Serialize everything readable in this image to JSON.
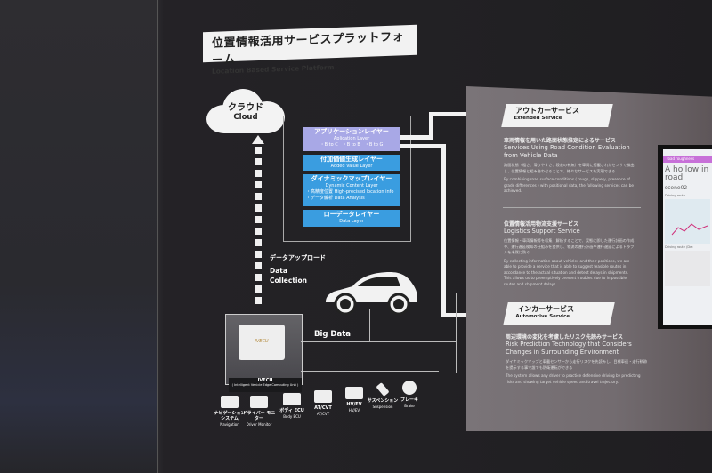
{
  "title": {
    "jp": "位置情報活用サービスプラットフォーム",
    "en": "Location Based Service Platform"
  },
  "cloud": {
    "jp": "クラウド",
    "en": "Cloud"
  },
  "layers": [
    {
      "jp": "アプリケーションレイヤー",
      "en": "Aplication Layer",
      "sub": "・B to C　・B to B　・B to G"
    },
    {
      "jp": "付加価値生成レイヤー",
      "en": "Added Value Layer"
    },
    {
      "jp": "ダイナミックマップレイヤー",
      "en": "Dynamic Content Layer",
      "bullets": [
        "・高精度位置 High-precised location info",
        "・データ解析 Data Analysis"
      ]
    },
    {
      "jp": "ローデータレイヤー",
      "en": "Data Layer"
    }
  ],
  "data_collection": {
    "jp": "データアップロード",
    "en1": "Data",
    "en2": "Collection"
  },
  "big_data": "Big Data",
  "ivecu": {
    "name": "IVECU",
    "desc": "( Intelligent Vehicle Edge Computing Unit )",
    "device_label": "IVECU"
  },
  "sources": [
    {
      "jp": "ナビゲーション システム",
      "en": "Navigation",
      "icon": "navigation-icon"
    },
    {
      "jp": "ドライバー モニター",
      "en": "Driver Monitor",
      "icon": "camera-icon"
    },
    {
      "jp": "ボディ ECU",
      "en": "Body ECU",
      "icon": "circuit-icon"
    },
    {
      "jp": "AT/CVT",
      "en": "AT/CVT",
      "icon": "gear-shift-icon"
    },
    {
      "jp": "HV/EV",
      "en": "HV/EV",
      "icon": "battery-icon"
    },
    {
      "jp": "サスペンション",
      "en": "Suspension",
      "icon": "suspension-icon"
    },
    {
      "jp": "ブレーキ",
      "en": "Brake",
      "icon": "brake-disc-icon"
    }
  ],
  "services": {
    "outcar": {
      "jp": "アウトカーサービス",
      "en": "Extended Service",
      "items": [
        {
          "h": "車両情報を用いた路面状態推定によるサービス",
          "t": "Services Using Road Condition Evaluation from Vehicle Data",
          "s_jp": "路面状態（粗さ、滑りやすさ、段差の有無）を車両に搭載されたセンサで検出し、位置情報と組み合わせることで、様々なサービスを実現できる",
          "s_en": "By combining road surface conditions ( rough, slippery, presence of grade differences ) with positional data, the following services can be achieved."
        },
        {
          "h": "位置情報活用物流支援サービス",
          "t": "Logistics Support Service",
          "s_jp": "位置情報・車両情報等を収集・解析することで、実態に即した運行計画の作成や、運行遅延検知の仕組みを提供し、物流の運行計画や運行遅延によるトラブルを未然に防ぐ",
          "s_en": "By collecting information about vehicles and their positions, we are able to provide a service that is able to suggest feasible routes in accordance to the actual situation and detect delays in shipments. This allows us to preemptively prevent troubles due to impossible routes and shipment delays."
        }
      ]
    },
    "incar": {
      "jp": "インカーサービス",
      "en": "Automotive Service",
      "items": [
        {
          "h": "周辺環境の変化を考慮したリスク先読みサービス",
          "t": "Risk Prediction Technology that Considers Changes in Surrounding Environment",
          "s_jp": "ダイナミックマップと車載センサーから走行リスクを先読みし、目標車速・走行軌跡を提示する事で誰でも防衛運転ができる",
          "s_en": "The system allows any driver to practice defensive driving by predicting risks and showing target vehicle speed and travel trajectory."
        }
      ]
    }
  },
  "screen": {
    "bar": "road roughness",
    "title": "A hollow in road",
    "scene": "scene02",
    "label1": "Driving route",
    "label2": "Driving route (Det"
  }
}
